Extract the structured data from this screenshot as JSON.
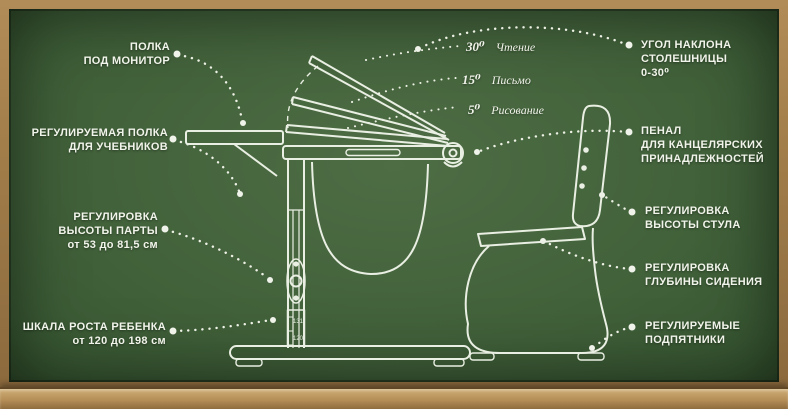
{
  "labels": {
    "left": [
      {
        "text": "ПОЛКА\nПОД МОНИТОР"
      },
      {
        "text": "РЕГУЛИРУЕМАЯ ПОЛКА\nДЛЯ УЧЕБНИКОВ"
      },
      {
        "text": "РЕГУЛИРОВКА\nВЫСОТЫ ПАРТЫ\nот 53 до 81,5 см"
      },
      {
        "text": "ШКАЛА РОСТА РЕБЕНКА\nот 120 до 198 см"
      }
    ],
    "right": [
      {
        "text": "УГОЛ НАКЛОНА\nСТОЛЕШНИЦЫ\n0-30⁰"
      },
      {
        "text": "ПЕНАЛ\nДЛЯ КАНЦЕЛЯРСКИХ\nПРИНАДЛЕЖНОСТЕЙ"
      },
      {
        "text": "РЕГУЛИРОВКА\nВЫСОТЫ СТУЛА"
      },
      {
        "text": "РЕГУЛИРОВКА\nГЛУБИНЫ СИДЕНИЯ"
      },
      {
        "text": "РЕГУЛИРУЕМЫЕ\nПОДПЯТНИКИ"
      }
    ]
  },
  "angles": [
    {
      "degree": "30⁰",
      "label": "Чтение"
    },
    {
      "degree": "15⁰",
      "label": "Письмо"
    },
    {
      "degree": "5⁰",
      "label": "Рисование"
    }
  ],
  "diagram": {
    "scale_marks": [
      "131",
      "120"
    ]
  },
  "colors": {
    "chalk": "#f0f3ea",
    "board_green": "#3d5e37",
    "frame_wood": "#a88452"
  }
}
